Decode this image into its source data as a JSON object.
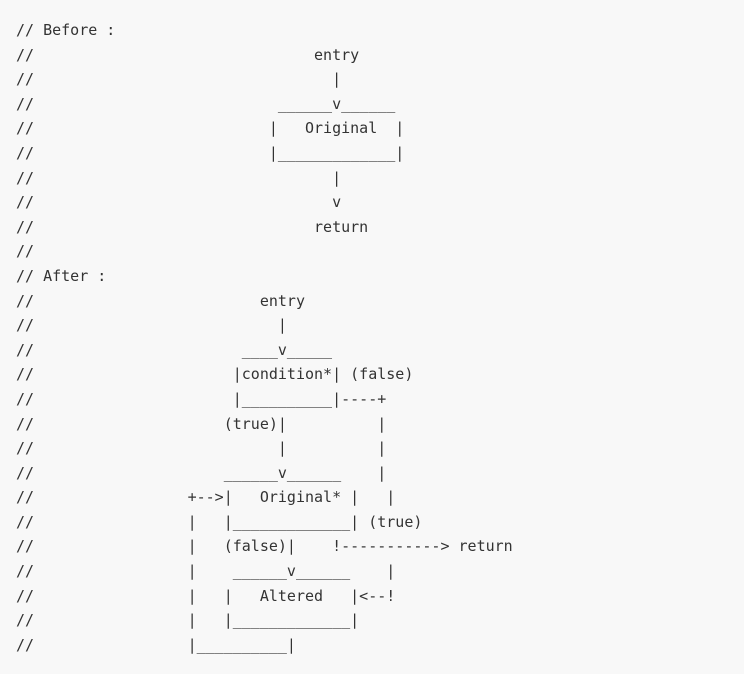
{
  "code": {
    "lines": [
      "// Before :",
      "//                               entry",
      "//                                 |",
      "//                           ______v______",
      "//                          |   Original  |",
      "//                          |_____________|",
      "//                                 |",
      "//                                 v",
      "//                               return",
      "//",
      "// After :",
      "//                         entry",
      "//                           |",
      "//                       ____v_____",
      "//                      |condition*| (false)",
      "//                      |__________|----+",
      "//                     (true)|          |",
      "//                           |          |",
      "//                     ______v______    |",
      "//                 +-->|   Original* |   |",
      "//                 |   |_____________| (true)",
      "//                 |   (false)|    !-----------> return",
      "//                 |    ______v______    |",
      "//                 |   |   Altered   |<--!",
      "//                 |   |_____________|",
      "//                 |__________|"
    ]
  }
}
